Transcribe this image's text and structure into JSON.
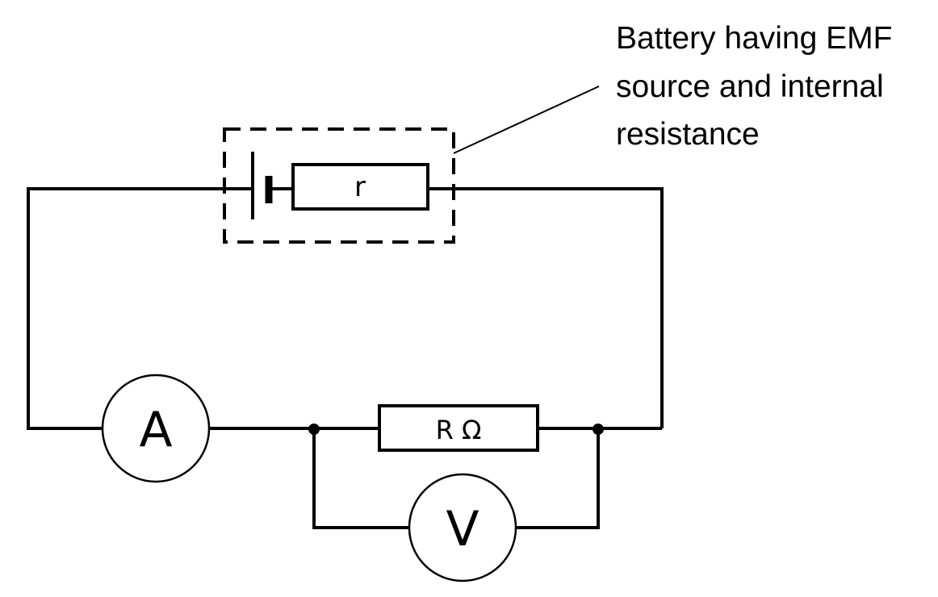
{
  "annotation": {
    "lines": [
      "Battery having EMF",
      "source and internal",
      "resistance"
    ]
  },
  "components": {
    "internal_resistor": {
      "label": "r"
    },
    "load_resistor": {
      "label": "R Ω"
    },
    "ammeter": {
      "label": "A"
    },
    "voltmeter": {
      "label": "V"
    }
  },
  "colors": {
    "stroke": "#000000",
    "background": "#ffffff"
  }
}
